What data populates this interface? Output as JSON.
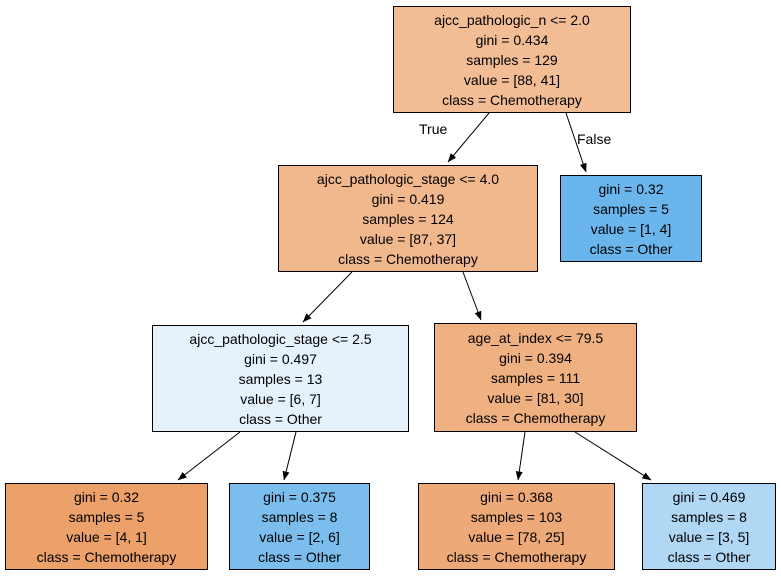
{
  "tree": {
    "type": "decision-tree",
    "classes": [
      "Chemotherapy",
      "Other"
    ],
    "class_colors": {
      "Chemotherapy": "#e58139",
      "Other": "#399de5"
    },
    "edge_labels": {
      "true_label": "True",
      "false_label": "False"
    },
    "nodes": [
      {
        "id": "root",
        "lines": [
          "ajcc_pathologic_n <= 2.0",
          "gini = 0.434",
          "samples = 129",
          "value = [88, 41]",
          "class = Chemotherapy"
        ],
        "fill": "#f2bc95"
      },
      {
        "id": "stage_le_4",
        "lines": [
          "ajcc_pathologic_stage <= 4.0",
          "gini = 0.419",
          "samples = 124",
          "value = [87, 37]",
          "class = Chemotherapy"
        ],
        "fill": "#f1b78d"
      },
      {
        "id": "leaf_1_4",
        "lines": [
          "gini = 0.32",
          "samples = 5",
          "value = [1, 4]",
          "class = Other"
        ],
        "fill": "#6ab6ec"
      },
      {
        "id": "stage_le_2_5",
        "lines": [
          "ajcc_pathologic_stage <= 2.5",
          "gini = 0.497",
          "samples = 13",
          "value = [6, 7]",
          "class = Other"
        ],
        "fill": "#e5f2fc"
      },
      {
        "id": "age_le_79_5",
        "lines": [
          "age_at_index <= 79.5",
          "gini = 0.394",
          "samples = 111",
          "value = [81, 30]",
          "class = Chemotherapy"
        ],
        "fill": "#efb082"
      },
      {
        "id": "leaf_4_1",
        "lines": [
          "gini = 0.32",
          "samples = 5",
          "value = [4, 1]",
          "class = Chemotherapy"
        ],
        "fill": "#eca06a"
      },
      {
        "id": "leaf_2_6",
        "lines": [
          "gini = 0.375",
          "samples = 8",
          "value = [2, 6]",
          "class = Other"
        ],
        "fill": "#7bbeee"
      },
      {
        "id": "leaf_78_25",
        "lines": [
          "gini = 0.368",
          "samples = 103",
          "value = [78, 25]",
          "class = Chemotherapy"
        ],
        "fill": "#eea978"
      },
      {
        "id": "leaf_3_5",
        "lines": [
          "gini = 0.469",
          "samples = 8",
          "value = [3, 5]",
          "class = Other"
        ],
        "fill": "#b0d8f5"
      }
    ],
    "edges": [
      {
        "from": "root",
        "to": "stage_le_4",
        "label": "True"
      },
      {
        "from": "root",
        "to": "leaf_1_4",
        "label": "False"
      },
      {
        "from": "stage_le_4",
        "to": "stage_le_2_5"
      },
      {
        "from": "stage_le_4",
        "to": "age_le_79_5"
      },
      {
        "from": "stage_le_2_5",
        "to": "leaf_4_1"
      },
      {
        "from": "stage_le_2_5",
        "to": "leaf_2_6"
      },
      {
        "from": "age_le_79_5",
        "to": "leaf_78_25"
      },
      {
        "from": "age_le_79_5",
        "to": "leaf_3_5"
      }
    ]
  }
}
